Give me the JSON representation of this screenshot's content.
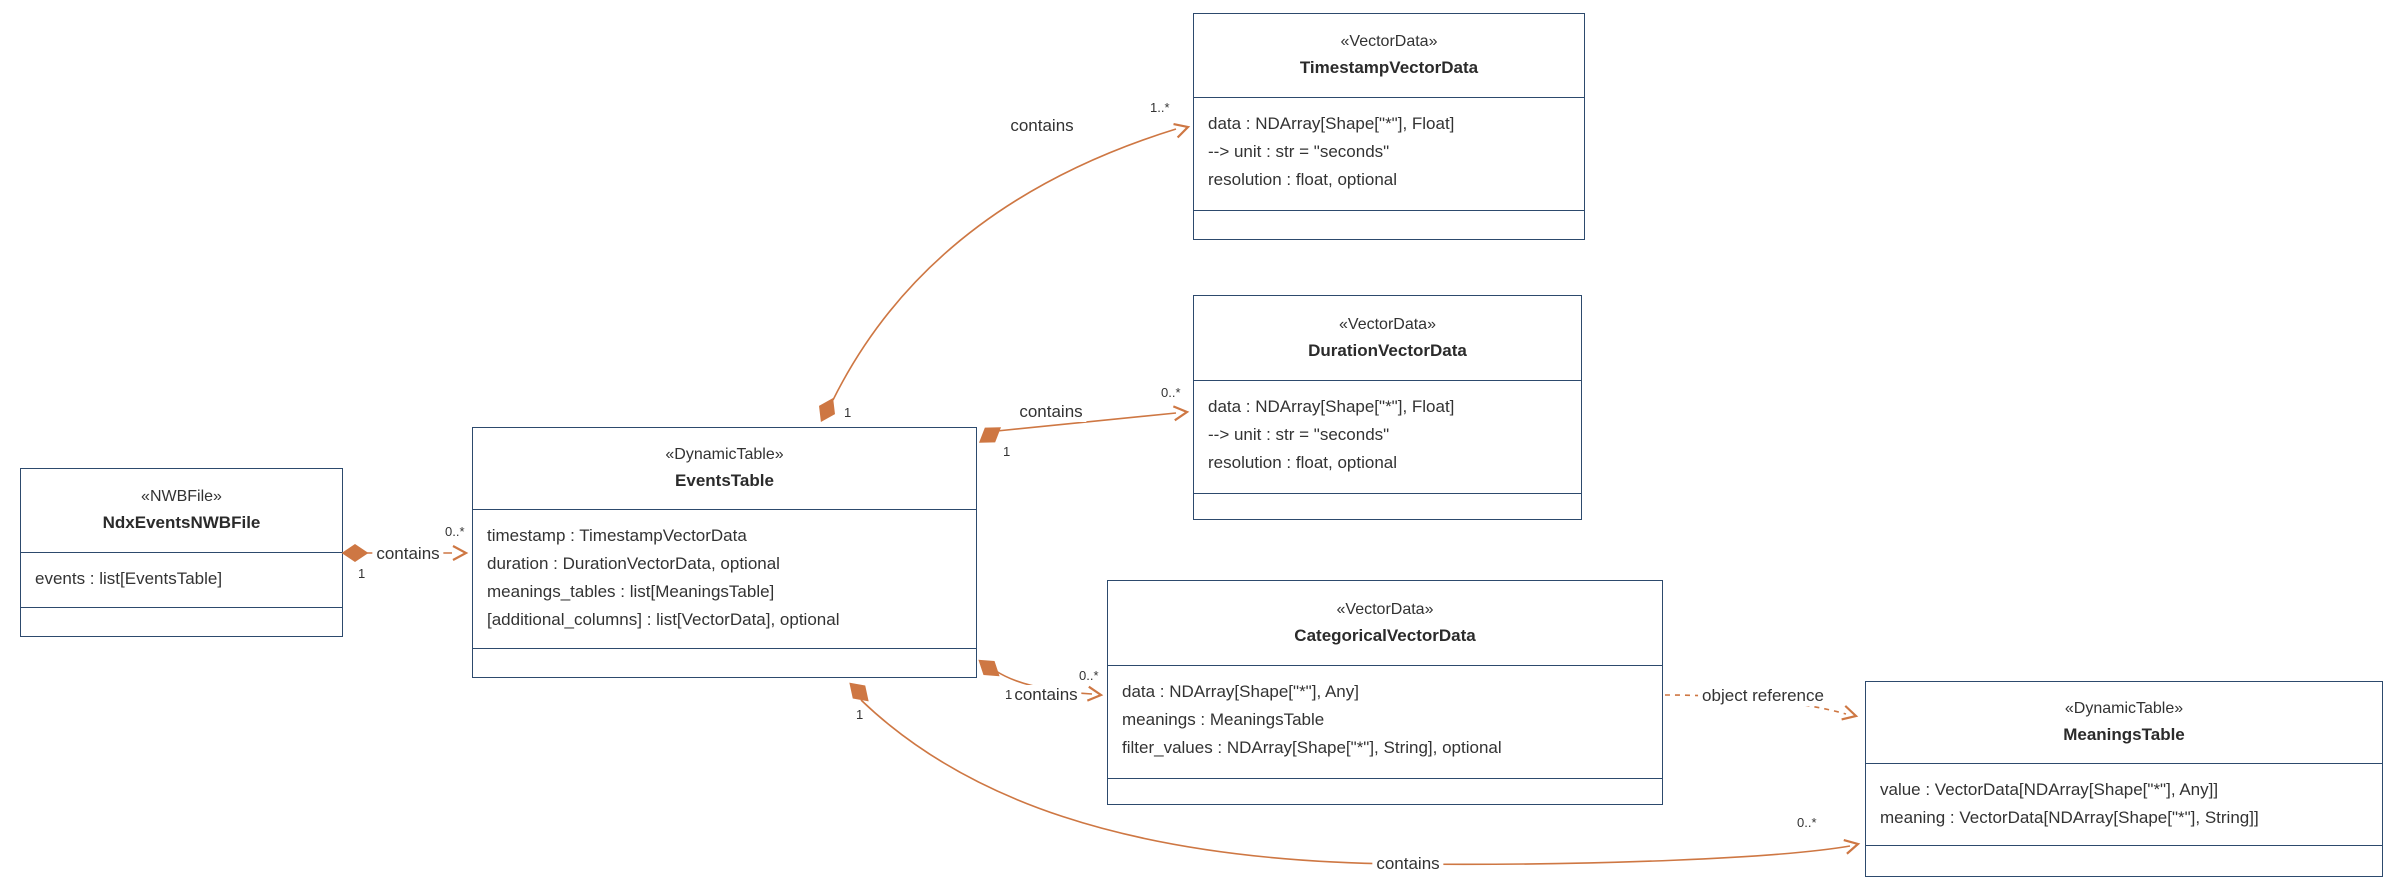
{
  "diagram": {
    "type": "uml-class-diagram",
    "colors": {
      "background": "#ffffff",
      "box_border": "#2d4a6d",
      "text": "#333333",
      "connector": "#ce7743"
    },
    "classes": [
      {
        "id": "NdxEventsNWBFile",
        "stereotype": "«NWBFile»",
        "name": "NdxEventsNWBFile",
        "attributes": [
          "events : list[EventsTable]"
        ]
      },
      {
        "id": "EventsTable",
        "stereotype": "«DynamicTable»",
        "name": "EventsTable",
        "attributes": [
          "timestamp : TimestampVectorData",
          "duration : DurationVectorData, optional",
          "meanings_tables : list[MeaningsTable]",
          "[additional_columns] : list[VectorData], optional"
        ]
      },
      {
        "id": "TimestampVectorData",
        "stereotype": "«VectorData»",
        "name": "TimestampVectorData",
        "attributes": [
          "data : NDArray[Shape[\"*\"], Float]",
          "--> unit : str = \"seconds\"",
          "resolution : float, optional"
        ]
      },
      {
        "id": "DurationVectorData",
        "stereotype": "«VectorData»",
        "name": "DurationVectorData",
        "attributes": [
          "data : NDArray[Shape[\"*\"], Float]",
          "--> unit : str = \"seconds\"",
          "resolution : float, optional"
        ]
      },
      {
        "id": "CategoricalVectorData",
        "stereotype": "«VectorData»",
        "name": "CategoricalVectorData",
        "attributes": [
          "data : NDArray[Shape[\"*\"], Any]",
          "meanings : MeaningsTable",
          "filter_values : NDArray[Shape[\"*\"], String], optional"
        ]
      },
      {
        "id": "MeaningsTable",
        "stereotype": "«DynamicTable»",
        "name": "MeaningsTable",
        "attributes": [
          "value : VectorData[NDArray[Shape[\"*\"], Any]]",
          "meaning : VectorData[NDArray[Shape[\"*\"], String]]"
        ]
      }
    ],
    "relationships": [
      {
        "from": "NdxEventsNWBFile",
        "to": "EventsTable",
        "type": "composition",
        "label": "contains",
        "from_mult": "1",
        "to_mult": "0..*"
      },
      {
        "from": "EventsTable",
        "to": "TimestampVectorData",
        "type": "composition",
        "label": "contains",
        "from_mult": "1",
        "to_mult": "1..*"
      },
      {
        "from": "EventsTable",
        "to": "DurationVectorData",
        "type": "composition",
        "label": "contains",
        "from_mult": "1",
        "to_mult": "0..*"
      },
      {
        "from": "EventsTable",
        "to": "CategoricalVectorData",
        "type": "composition",
        "label": "contains",
        "from_mult": "1",
        "to_mult": "0..*"
      },
      {
        "from": "EventsTable",
        "to": "MeaningsTable",
        "type": "composition",
        "label": "contains",
        "from_mult": "1",
        "to_mult": "0..*"
      },
      {
        "from": "CategoricalVectorData",
        "to": "MeaningsTable",
        "type": "dependency",
        "label": "object reference",
        "from_mult": "",
        "to_mult": ""
      }
    ]
  }
}
